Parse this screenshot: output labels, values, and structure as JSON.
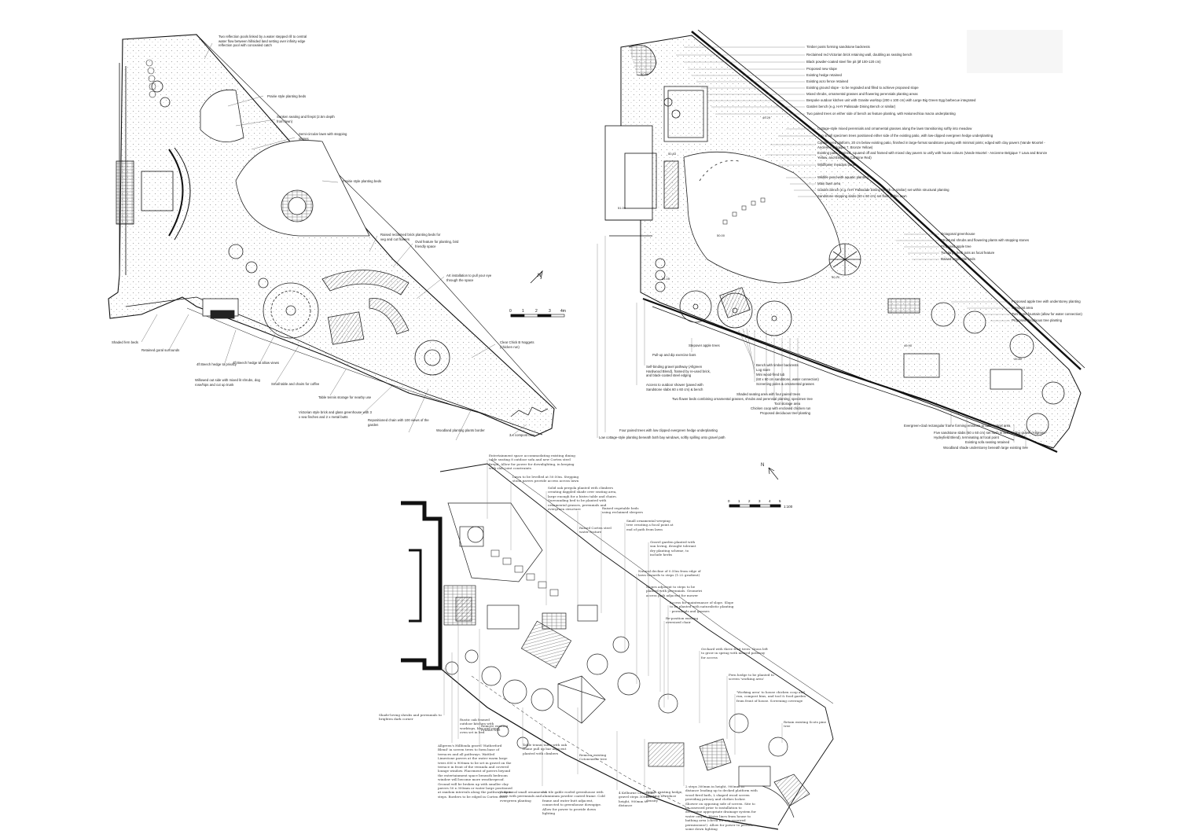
{
  "plan_a": {
    "scale_numbers": [
      "0",
      "1",
      "2",
      "3",
      "4m"
    ],
    "north_label": "N",
    "labels": [
      "Two reflection pools linked by a water stepped rill to central water flow between hillsided land setting over infinity edge reflection pool with concealed catch",
      "Prairie style planting beds",
      "Sunken seating and firepit (2.5m depth from lawn)",
      "Semi-circular lawn with stepping stones",
      "Prairie style planting beds",
      "Raised reclaimed brick planting beds for veg and cut flowers",
      "Oval feature for planting, bird friendly space",
      "Art installation to pull your eye through the space",
      "Clear Chick B Noggets (chicken run)",
      "Shaded fern beds",
      "Retained goral surrounds",
      "4ft Beech hedge to privacy",
      "4ft Beech hedge to allow views",
      "Willowed out side with mixed lit shrubs, dog rose/hips and cut up trunk",
      "Small table and chairs for coffee",
      "Table tennis storage for nearby use",
      "Victorian style brick and glass greenhouse with 3 x sea finches and 2 x metal butts",
      "Repositioned chain with 100 views of the garden",
      "Woodland planting plants border",
      "3 x compost bins"
    ]
  },
  "plan_b": {
    "levels": [
      "50.91",
      "49.29",
      "50.83",
      "51.00",
      "50.00",
      "51.05",
      "50.20",
      "49.80",
      "49.90"
    ],
    "labels_top": [
      "Timber posts forming sandstone backrests",
      "Reclaimed red Victorian brick retaining wall, doubling as seating bench",
      "Black powder-coated steel fire pit (Ø 100-120 cm)",
      "Proposed new slope",
      "Existing hedge retained",
      "Existing acro fence retained",
      "Existing ground slope - to be regraded and filled to achieve proposed slope",
      "Mixed shrubs, ornamental grasses and flowering perennials planting areas",
      "Bespoke outdoor kitchen unit with Granite worktop (200 x 100 cm) with Large Big Green Egg barbecue integrated",
      "Garden bench (e.g. HAY Palissade Dining Bench or similar)",
      "Two paired trees on either side of bench as feature planting, with Hakonechloa macra underplanting",
      "Cottage-style mixed perennials and ornamental grasses along the lawn transitioning softly into meadow",
      "Two small specimen trees positioned either side of the existing patio, with low-clipped evergreen hedge underplanting",
      "Cantilevered platform, 20 cm below existing patio, finished in large-format sandstone paving with minimal joints; edged with clay pavers (Vande Moortel - Ancienne Belgique 7, Bronze Yellow)",
      "Existing patio retained, squared off and framed with mixed clay pavers to unify with house colours (Vande Moortel - Ancienne Belgique 7 Lava and Bronze Yellow, and Elegantia Carmine Red)",
      "Wildflower meadow bank",
      "Wildlife pond with aquatic planting",
      "Main lawn area",
      "Garden bench (e.g. HAY Palissade Dining Bench or similar) set within structural planting",
      "Sandstone stepping slabs (60 x 60 cm) set flush within lawn"
    ],
    "labels_right": [
      "Octagonal greenhouse",
      "Structural shrubs and flowering plants with stepping stones",
      "Proposed apple tree",
      "Two large herb pots as focal feature",
      "Raised vegetable beds",
      "Proposed apple tree with understorey planting",
      "Compost area",
      "Two stone fountain (allow for water connection)",
      "Proposed deciduous tree planting"
    ],
    "labels_bottom": [
      "Stepover apple trees",
      "Pull-up and dip exercise bars",
      "Self-binding gravel pathway (Allgreen Hardwood Blend), framed by re-used brick, and black-coated steel edging",
      "Access to outdoor shower (paved with Sandstone slabs 60 x 60 cm) & bench",
      "Bench with timber backrests",
      "Log store",
      "Mini wood-fired tub",
      "(60 x 60 cm sandstone, water connection)",
      "Screening poles & ornamental grasses",
      "Shaded seating area with four paired trees",
      "Two flower beds combining ornamental grasses, shrubs and perennial planting, specimen tree",
      "Tool storage area",
      "Chicken coop with enclosed chicken run",
      "Proposed deciduous tree planting",
      "Evergreen-clad rectangular frame forming entrance to table-tennis area",
      "Five sandstone slabs (60 x 60 cm) set flush in self-binding gravel (Allgreen - Hydeyfield Blend), terminating at focal point",
      "Existing sofa seating retained",
      "Woodland shade understorey beneath large existing tree",
      "Four paired trees with low clipped evergreen hedge underplanting",
      "Low cottage-style planting beneath both bay windows, softly spilling onto gravel path"
    ]
  },
  "plan_c": {
    "north_label": "N",
    "scale_numbers": [
      "0",
      "1",
      "2",
      "3",
      "4",
      "5"
    ],
    "scale_ratio": "1:100",
    "labels_right": [
      "Entertainment space accommodating existing dining table seating 8 outdoor sofa and new Corten steel firepit. Allow for power for downlighting, in keeping with slab joint constraints",
      "Lawn to be levelled at 50:50m. Stepping stone pavers provide access across lawn",
      "Solid oak pergola planted with climbers creating dappled shade over seating area, large enough for a bistro table and chairs. Surrounding bed to be planted with ornamental grasses, perennials and evergreen structure",
      "Raised vegetable beds using reclaimed sleepers",
      "Raised Corten steel water feature",
      "Small ornamental weeping tree creating a focal point at end of path from lawn",
      "Gravel garden planted with sun loving, drought tolerant dry planting scheme, to include herbs",
      "Natural decline of 0.55m from edge of lawn towards to steps (1:22 gradient)",
      "Slopes adjacent to steps to be planted with perennials. Geometri access path adjacent for mower",
      "Access for maintenance of slope. Slope to be planted with naturalistic planting - perennials and grasses",
      "Re-position existing oversized chair",
      "Orchard with three fruit trees. Grass left to grow in spring with mowed pathway for access",
      "Fern hedge to be planted to screen 'working area'",
      "'Working area' to house chicken coop and run, compost bins, and tool & food garden from front of house. Screening coverage",
      "Retain existing Scots pine tree"
    ],
    "labels_left": [
      "Shade-loving shrubs and perennials to brighten dark corner",
      "Rustic oak framed outdoor kitchen with worktops, bbq and pizza oven set in bed",
      "Remove existing Prunus tree",
      "Allgreen's Hillfonda gravel 'Hatherford Blend' in screen trees to form base of terraces and all pathways. Wattled Limestone pavers at the water warm large trees 600 x 900mm to be set in gravel on the terrace in front of the veranda and covered lounge window. Placement of pavers beyond the entertainment space beneath bedroom window will become more weatherproof. Ground will be broken up with smaller clay pavers 50 x 300mm or water large positioned at random intervals along the pathways up to steps. Borders to be edged in Corten steel",
      "Table tennis table with oak frame pull up bar adjacent planted with climbers",
      "Remove existing Cotoneaster tree",
      "Colonnical small ornamental trees with perennials and evergreen planting",
      "3 x tile gable roofed greenhouse with aluminium powder coated frame. Cold frame and water butt adjacent, connected to greenhouse downpipe. Allow for power to provide down lighting",
      "4 Kelburne Limestone gravel steps 300mm in height, 900mm to distance",
      "Retain existing hedge, planting to reduce density",
      "2 steps 300mm in height, 900mm in distance leading up to decked platform with wood fired bath, L shaped wood screen providing privacy and clothes locker. Shower on opposing side of screen. Site to be assessed prior to installation to determine appropriate drainage system for water output. Water lines from house to bathing area (check for any required permissions!). Allow for power to provide some down lighting"
    ]
  }
}
